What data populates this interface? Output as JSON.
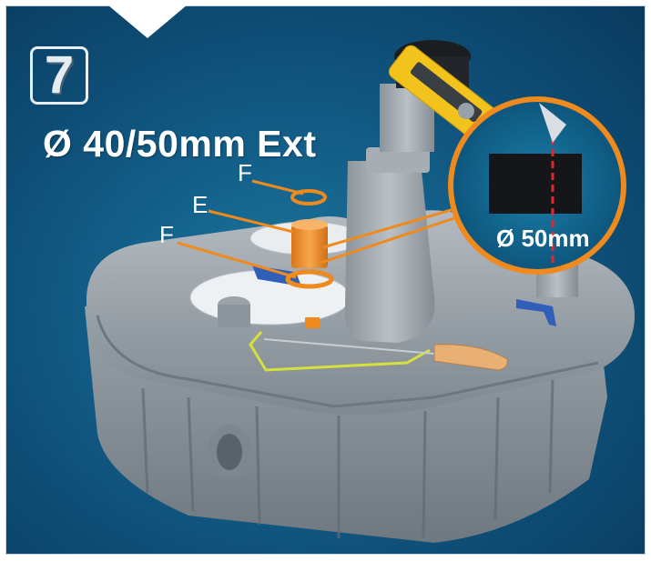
{
  "step": {
    "number": "7"
  },
  "spec": {
    "text": "Ø 40/50mm Ext"
  },
  "labels": {
    "top_f": "F",
    "e": "E",
    "lower_f": "F"
  },
  "zoom": {
    "text": "Ø 50mm"
  },
  "colors": {
    "accent": "#ef8a1e",
    "panel": "#13608a",
    "tank": "#9aa3ab",
    "yellow": "#f2c31c",
    "red_line": "#e0282e"
  }
}
